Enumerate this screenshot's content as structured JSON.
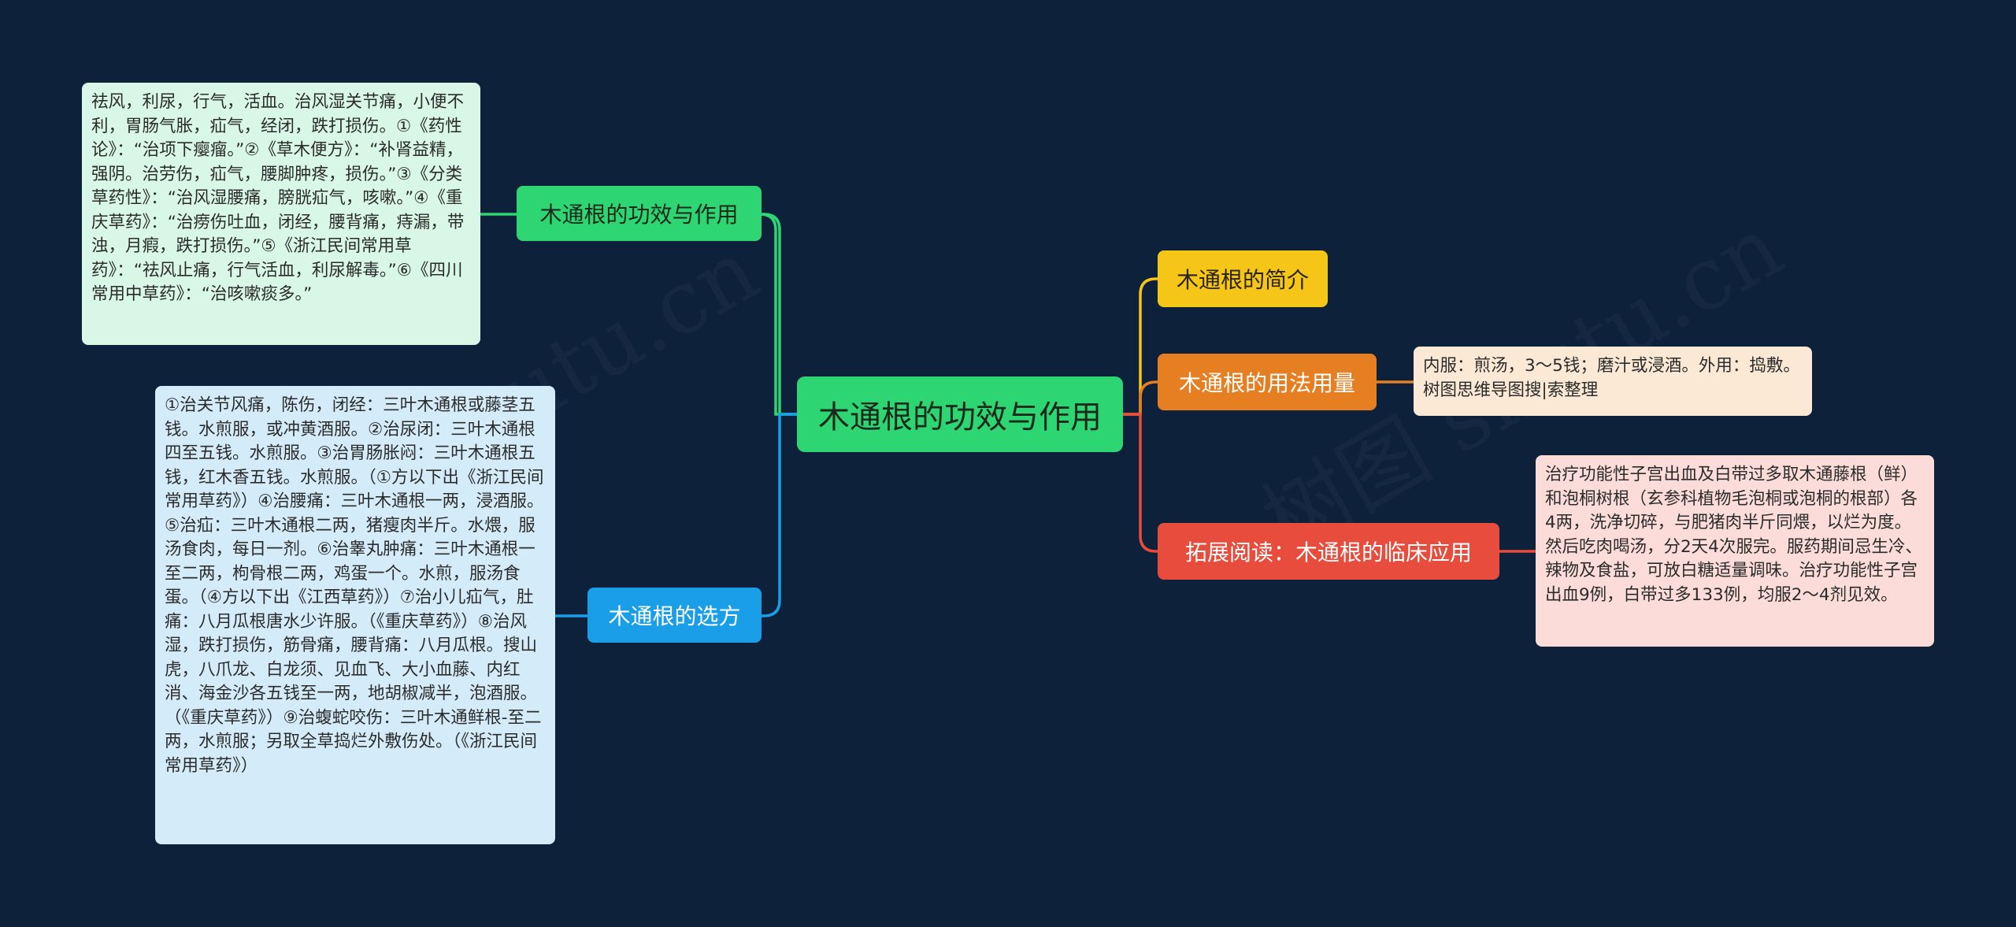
{
  "colors": {
    "background": "#0e213b",
    "center": "#2ed573",
    "branch_green": "#2ed573",
    "branch_blue": "#1a9ee8",
    "branch_yellow": "#f5c518",
    "branch_orange": "#e67e22",
    "branch_red": "#e74c3c",
    "detail_green_bg": "#d8f7e6",
    "detail_blue_bg": "#d4ecfa",
    "detail_orange_bg": "#fbe9d6",
    "detail_red_bg": "#fbdcd8"
  },
  "center": {
    "label": "木通根的功效与作用"
  },
  "left": {
    "efficacy": {
      "label": "木通根的功效与作用",
      "detail": "祛风，利尿，行气，活血。治风湿关节痛，小便不利，胃肠气胀，疝气，经闭，跌打损伤。①《药性论》：“治项下瘿瘤。”②《草木便方》：“补肾益精，强阴。治劳伤，疝气，腰脚肿疼，损伤。”③《分类草药性》：“治风湿腰痛，膀胱疝气，咳嗽。”④《重庆草药》：“治痨伤吐血，闭经，腰背痛，痔漏，带浊，月瘕，跌打损伤。”⑤《浙江民间常用草药》：“祛风止痛，行气活血，利尿解毒。”⑥《四川常用中草药》：“治咳嗽痰多。”"
    },
    "prescriptions": {
      "label": "木通根的选方",
      "detail": "①治关节风痛，陈伤，闭经：三叶木通根或藤茎五钱。水煎服，或冲黄酒服。②治尿闭：三叶木通根四至五钱。水煎服。③治胃肠胀闷：三叶木通根五钱，红木香五钱。水煎服。（①方以下出《浙江民间常用草药》）④治腰痛：三叶木通根一两，浸酒服。⑤治疝：三叶木通根二两，猪瘦肉半斤。水煨，服汤食肉，每日一剂。⑥治睾丸肿痛：三叶木通根一至二两，枸骨根二两，鸡蛋一个。水煎，服汤食蛋。（④方以下出《江西草药》）⑦治小儿疝气，肚痛：八月瓜根唐水少许服。（《重庆草药》）⑧治风湿，跌打损伤，筋骨痛，腰背痛：八月瓜根。搜山虎，八爪龙、白龙须、见血飞、大小血藤、内红消、海金沙各五钱至一两，地胡椒减半，泡酒服。（《重庆草药》）⑨治蝮蛇咬伤：三叶木通鲜根-至二两，水煎服；另取全草捣烂外敷伤处。（《浙江民间常用草药》）"
    }
  },
  "right": {
    "intro": {
      "label": "木通根的简介"
    },
    "usage": {
      "label": "木通根的用法用量",
      "detail": "内服：煎汤，3～5钱；磨汁或浸酒。外用：捣敷。树图思维导图搜|索整理"
    },
    "clinical": {
      "label": "拓展阅读：木通根的临床应用",
      "detail": "治疗功能性子宫出血及白带过多取木通藤根（鲜）和泡桐树根（玄参科植物毛泡桐或泡桐的根部）各4两，洗净切碎，与肥猪肉半斤同煨，以烂为度。然后吃肉喝汤，分2天4次服完。服药期间忌生冷、辣物及食盐，可放白糖适量调味。治疗功能性子宫出血9例，白带过多133例，均服2～4剂见效。"
    }
  },
  "watermarks": [
    "树图 shutu.cn",
    "树图 shutu.cn"
  ]
}
